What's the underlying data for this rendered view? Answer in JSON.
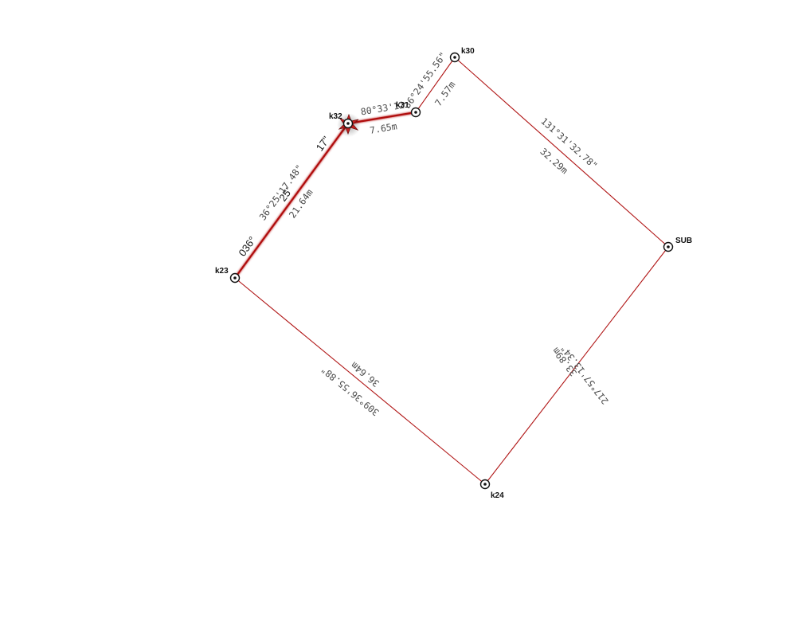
{
  "points": {
    "k30": {
      "label": "k30"
    },
    "k31": {
      "label": "k31"
    },
    "k32": {
      "label": "k32"
    },
    "k23": {
      "label": "k23"
    },
    "k24": {
      "label": "k24"
    },
    "sub": {
      "label": "SUB"
    }
  },
  "edges": {
    "k30_sub": {
      "bearing": "131°31'32.78\"",
      "distance": "32.29m"
    },
    "sub_k24": {
      "bearing": "217°57'13.34\"",
      "distance": "33.89m"
    },
    "k24_k23": {
      "bearing": "309°36'55.88\"",
      "distance": "36.64m"
    },
    "k23_k32": {
      "bearing": "36°25'17.48\"",
      "distance": "21.64m"
    },
    "k32_k31": {
      "bearing": "80°33'12",
      "distance": "7.65m"
    },
    "k31_k30": {
      "bearing": "36°24'55.56\"",
      "distance": "7.57m"
    }
  },
  "tool_readout": {
    "degrees": "036°",
    "minutes": "25'",
    "seconds": "17\""
  },
  "colors": {
    "edge": "#b01515",
    "selected_edge": "#b01010",
    "marker": "#111111",
    "background": "#ffffff"
  }
}
